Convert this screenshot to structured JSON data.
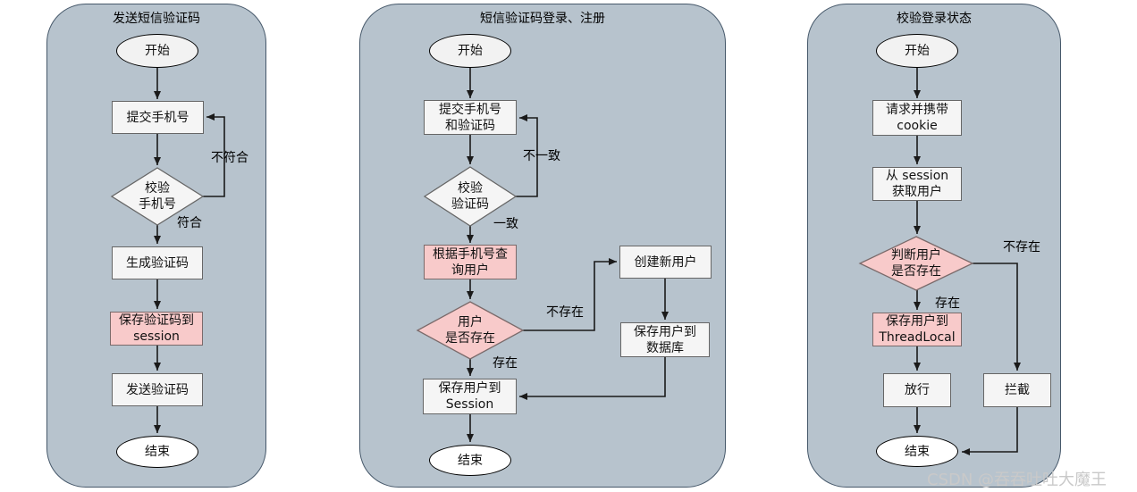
{
  "watermark": {
    "text": "CSDN @吞吞吐吐大魔王"
  },
  "colors": {
    "panel_fill": "#b7c3cd",
    "panel_border": "#46586a",
    "node_fill": "#f5f5f5",
    "node_border": "#666666",
    "pink_fill": "#f8caca",
    "pink_border": "#7a6a6a",
    "oval_fill": "#f2f2f2",
    "end_fill": "#ffffff",
    "arrow": "#1a1a1a",
    "watermark_color": "#c9c9c9"
  },
  "panels": [
    {
      "title": "发送短信验证码",
      "nodes": {
        "start": "开始",
        "submit_phone": "提交手机号",
        "verify_phone": "校验\n手机号",
        "generate_code": "生成验证码",
        "save_code_session": "保存验证码到\nsession",
        "send_code": "发送验证码",
        "end": "结束"
      },
      "labels": {
        "no": "不符合",
        "yes": "符合"
      }
    },
    {
      "title": "短信验证码登录、注册",
      "nodes": {
        "start": "开始",
        "submit_phone_code": "提交手机号\n和验证码",
        "verify_code": "校验\n验证码",
        "query_user_by_phone": "根据手机号查\n询用户",
        "user_exists": "用户\n是否存在",
        "create_user": "创建新用户",
        "save_user_db": "保存用户到\n数据库",
        "save_user_session": "保存用户到\nSession",
        "end": "结束"
      },
      "labels": {
        "no": "不一致",
        "yes": "一致",
        "not_exist": "不存在",
        "exist": "存在"
      }
    },
    {
      "title": "校验登录状态",
      "nodes": {
        "start": "开始",
        "request_cookie": "请求并携带\ncookie",
        "get_user_from_session": "从 session\n获取用户",
        "judge_user_exists": "判断用户\n是否存在",
        "save_threadlocal": "保存用户到\nThreadLocal",
        "pass": "放行",
        "intercept": "拦截",
        "end": "结束"
      },
      "labels": {
        "not_exist": "不存在",
        "exist": "存在"
      }
    }
  ]
}
